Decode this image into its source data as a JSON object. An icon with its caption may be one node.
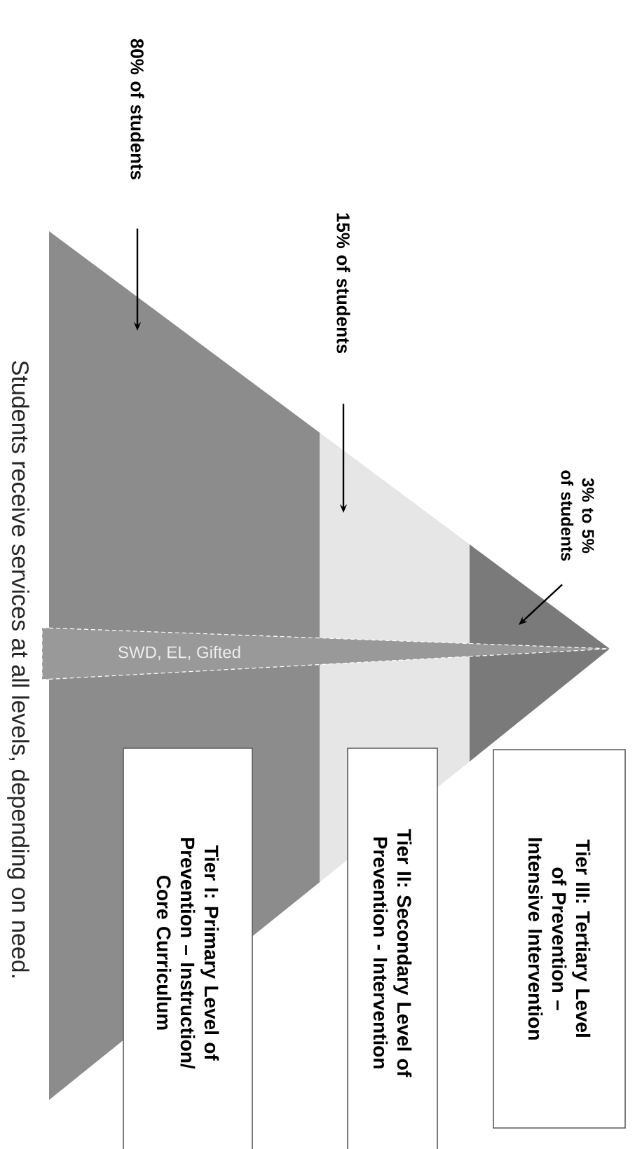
{
  "diagram": {
    "caption": "Students receive services at all levels, depending on need.",
    "nodes": [
      {
        "text": [
          "80% of students"
        ]
      },
      {
        "text": [
          "15% of students"
        ]
      },
      {
        "text": [
          "3% to 5% of students"
        ]
      },
      {
        "text": [],
        "shape": "trapezoid"
      },
      {
        "text": [],
        "shape": "trapezoid"
      },
      {
        "text": [],
        "shape": "triangle"
      },
      {
        "text": [
          "SWD, EL, Gifted"
        ]
      },
      {
        "text": [
          "Tier I: Primary Level of Prevention – Instruction/ Core Curriculum"
        ]
      },
      {
        "text": [
          "Tier II: Secondary Level of Prevention - Intervention"
        ]
      },
      {
        "text": [
          "Tier III: Tertiary Level of Prevention – Intensive Intervention"
        ]
      }
    ],
    "edges": [
      {
        "from": 0,
        "to": 3,
        "arrow": "to"
      },
      {
        "from": 1,
        "to": 4,
        "arrow": "to"
      },
      {
        "from": 2,
        "to": 5,
        "arrow": "to"
      }
    ]
  }
}
